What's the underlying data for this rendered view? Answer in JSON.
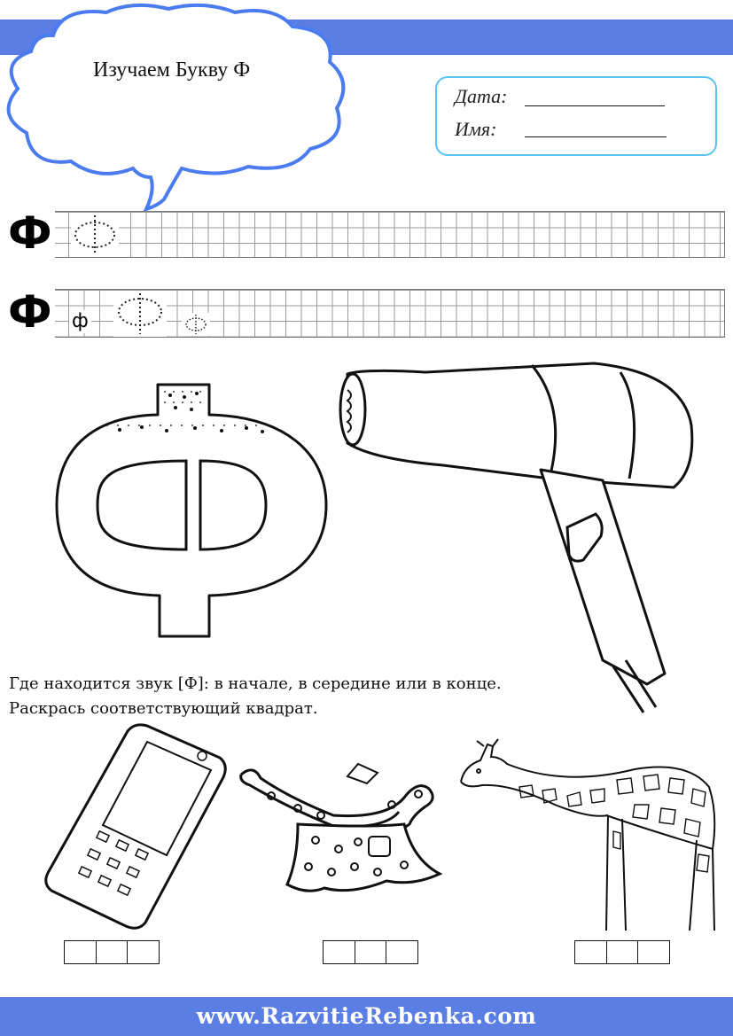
{
  "header": {
    "title": "Изучаем Букву Ф"
  },
  "info": {
    "date_label": "Дата:",
    "name_label": "Имя:"
  },
  "copybook": {
    "row1": {
      "model_letter": "Ф"
    },
    "row2": {
      "model_letter": "Ф",
      "small_letter": "ф"
    }
  },
  "letter_big": "Ф",
  "instructions": {
    "line1": "Где находится звук [Ф]: в начале, в середине или в конце.",
    "line2": "Раскрась соответствующий квадрат."
  },
  "pictures": [
    "phone-icon",
    "scarf-icon",
    "giraffe-icon",
    "hair-dryer-icon"
  ],
  "footer": {
    "url": "www.RazvitieRebenka.com"
  },
  "colors": {
    "band": "#5b7ee5",
    "info_border": "#57c3f0",
    "cloud_border": "#4a7cf0"
  }
}
